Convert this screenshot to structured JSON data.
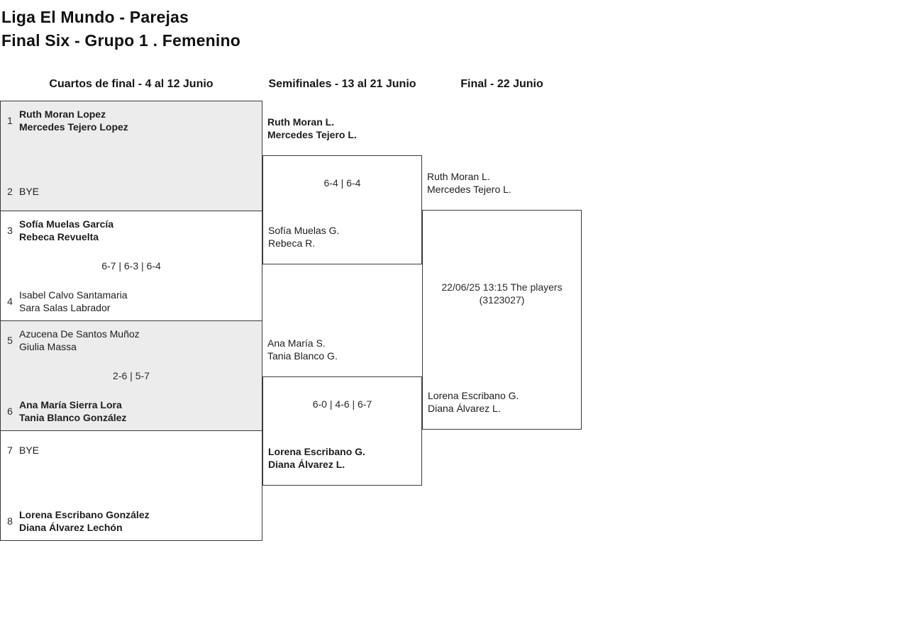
{
  "title": {
    "line1": "Liga El Mundo - Parejas",
    "line2": "Final Six - Grupo 1 . Femenino"
  },
  "round_headers": {
    "quarterfinals": "Cuartos de final - 4 al 12 Junio",
    "semifinals": "Semifinales - 13 al 21 Junio",
    "final": "Final - 22 Junio"
  },
  "quarterfinals": [
    {
      "shaded": true,
      "score": "",
      "team1": {
        "seed": "1",
        "name1": "Ruth Moran Lopez",
        "name2": "Mercedes Tejero Lopez",
        "winner": true
      },
      "team2": {
        "seed": "2",
        "name1": "BYE",
        "name2": "",
        "winner": false
      }
    },
    {
      "shaded": false,
      "score": "6-7 | 6-3 | 6-4",
      "team1": {
        "seed": "3",
        "name1": "Sofía Muelas García",
        "name2": "Rebeca Revuelta",
        "winner": true
      },
      "team2": {
        "seed": "4",
        "name1": "Isabel Calvo Santamaria",
        "name2": "Sara Salas Labrador",
        "winner": false
      }
    },
    {
      "shaded": true,
      "score": "2-6 | 5-7",
      "team1": {
        "seed": "5",
        "name1": "Azucena De Santos Muñoz",
        "name2": "Giulia Massa",
        "winner": false
      },
      "team2": {
        "seed": "6",
        "name1": "Ana María Sierra Lora",
        "name2": "Tania Blanco González",
        "winner": true
      }
    },
    {
      "shaded": false,
      "score": "",
      "team1": {
        "seed": "7",
        "name1": "BYE",
        "name2": "",
        "winner": false
      },
      "team2": {
        "seed": "8",
        "name1": "Lorena Escribano González",
        "name2": "Diana Álvarez Lechón",
        "winner": true
      }
    }
  ],
  "semifinals": [
    {
      "score": "6-4 | 6-4",
      "team1": {
        "name1": "Ruth Moran L.",
        "name2": "Mercedes Tejero L.",
        "winner": true
      },
      "team2": {
        "name1": "Sofía Muelas G.",
        "name2": "Rebeca R.",
        "winner": false
      }
    },
    {
      "score": "6-0 | 4-6 | 6-7",
      "team1": {
        "name1": "Ana María S.",
        "name2": "Tania Blanco G.",
        "winner": false
      },
      "team2": {
        "name1": "Lorena Escribano G.",
        "name2": "Diana Álvarez L.",
        "winner": true
      }
    }
  ],
  "final": {
    "schedule_line1": "22/06/25 13:15 The players",
    "schedule_line2": "(3123027)",
    "team1": {
      "name1": "Ruth Moran L.",
      "name2": "Mercedes Tejero L.",
      "winner": false
    },
    "team2": {
      "name1": "Lorena Escribano G.",
      "name2": "Diana Álvarez L.",
      "winner": false
    }
  },
  "colors": {
    "shaded_row": "#ececec",
    "border": "#3a3a3a",
    "text": "#1d1d1d"
  }
}
